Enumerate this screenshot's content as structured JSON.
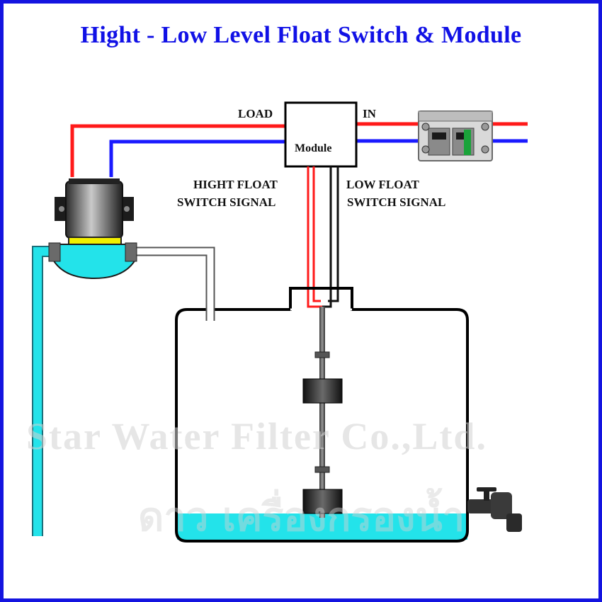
{
  "title": "Hight - Low Level Float Switch & Module",
  "labels": {
    "load": "LOAD",
    "in": "IN",
    "module": "Module",
    "high_float_line1": "HIGHT FLOAT",
    "high_float_line2": "SWITCH SIGNAL",
    "low_float_line1": "LOW FLOAT",
    "low_float_line2": "SWITCH SIGNAL"
  },
  "watermark": {
    "english": "Star Water Filter Co.,Ltd.",
    "thai": "ดาว เครื่องกรองน้ำ"
  },
  "icons": [
    "pump-icon",
    "circuit-breaker-icon",
    "faucet-icon",
    "float-switch-icon",
    "water-tank-icon"
  ],
  "colors": {
    "border": "#1414e0",
    "title": "#1111e6",
    "live_wire": "#ff1a1a",
    "neutral_wire": "#1a1aff",
    "water": "#23e3ea",
    "pump_cap": "#f2f000"
  }
}
